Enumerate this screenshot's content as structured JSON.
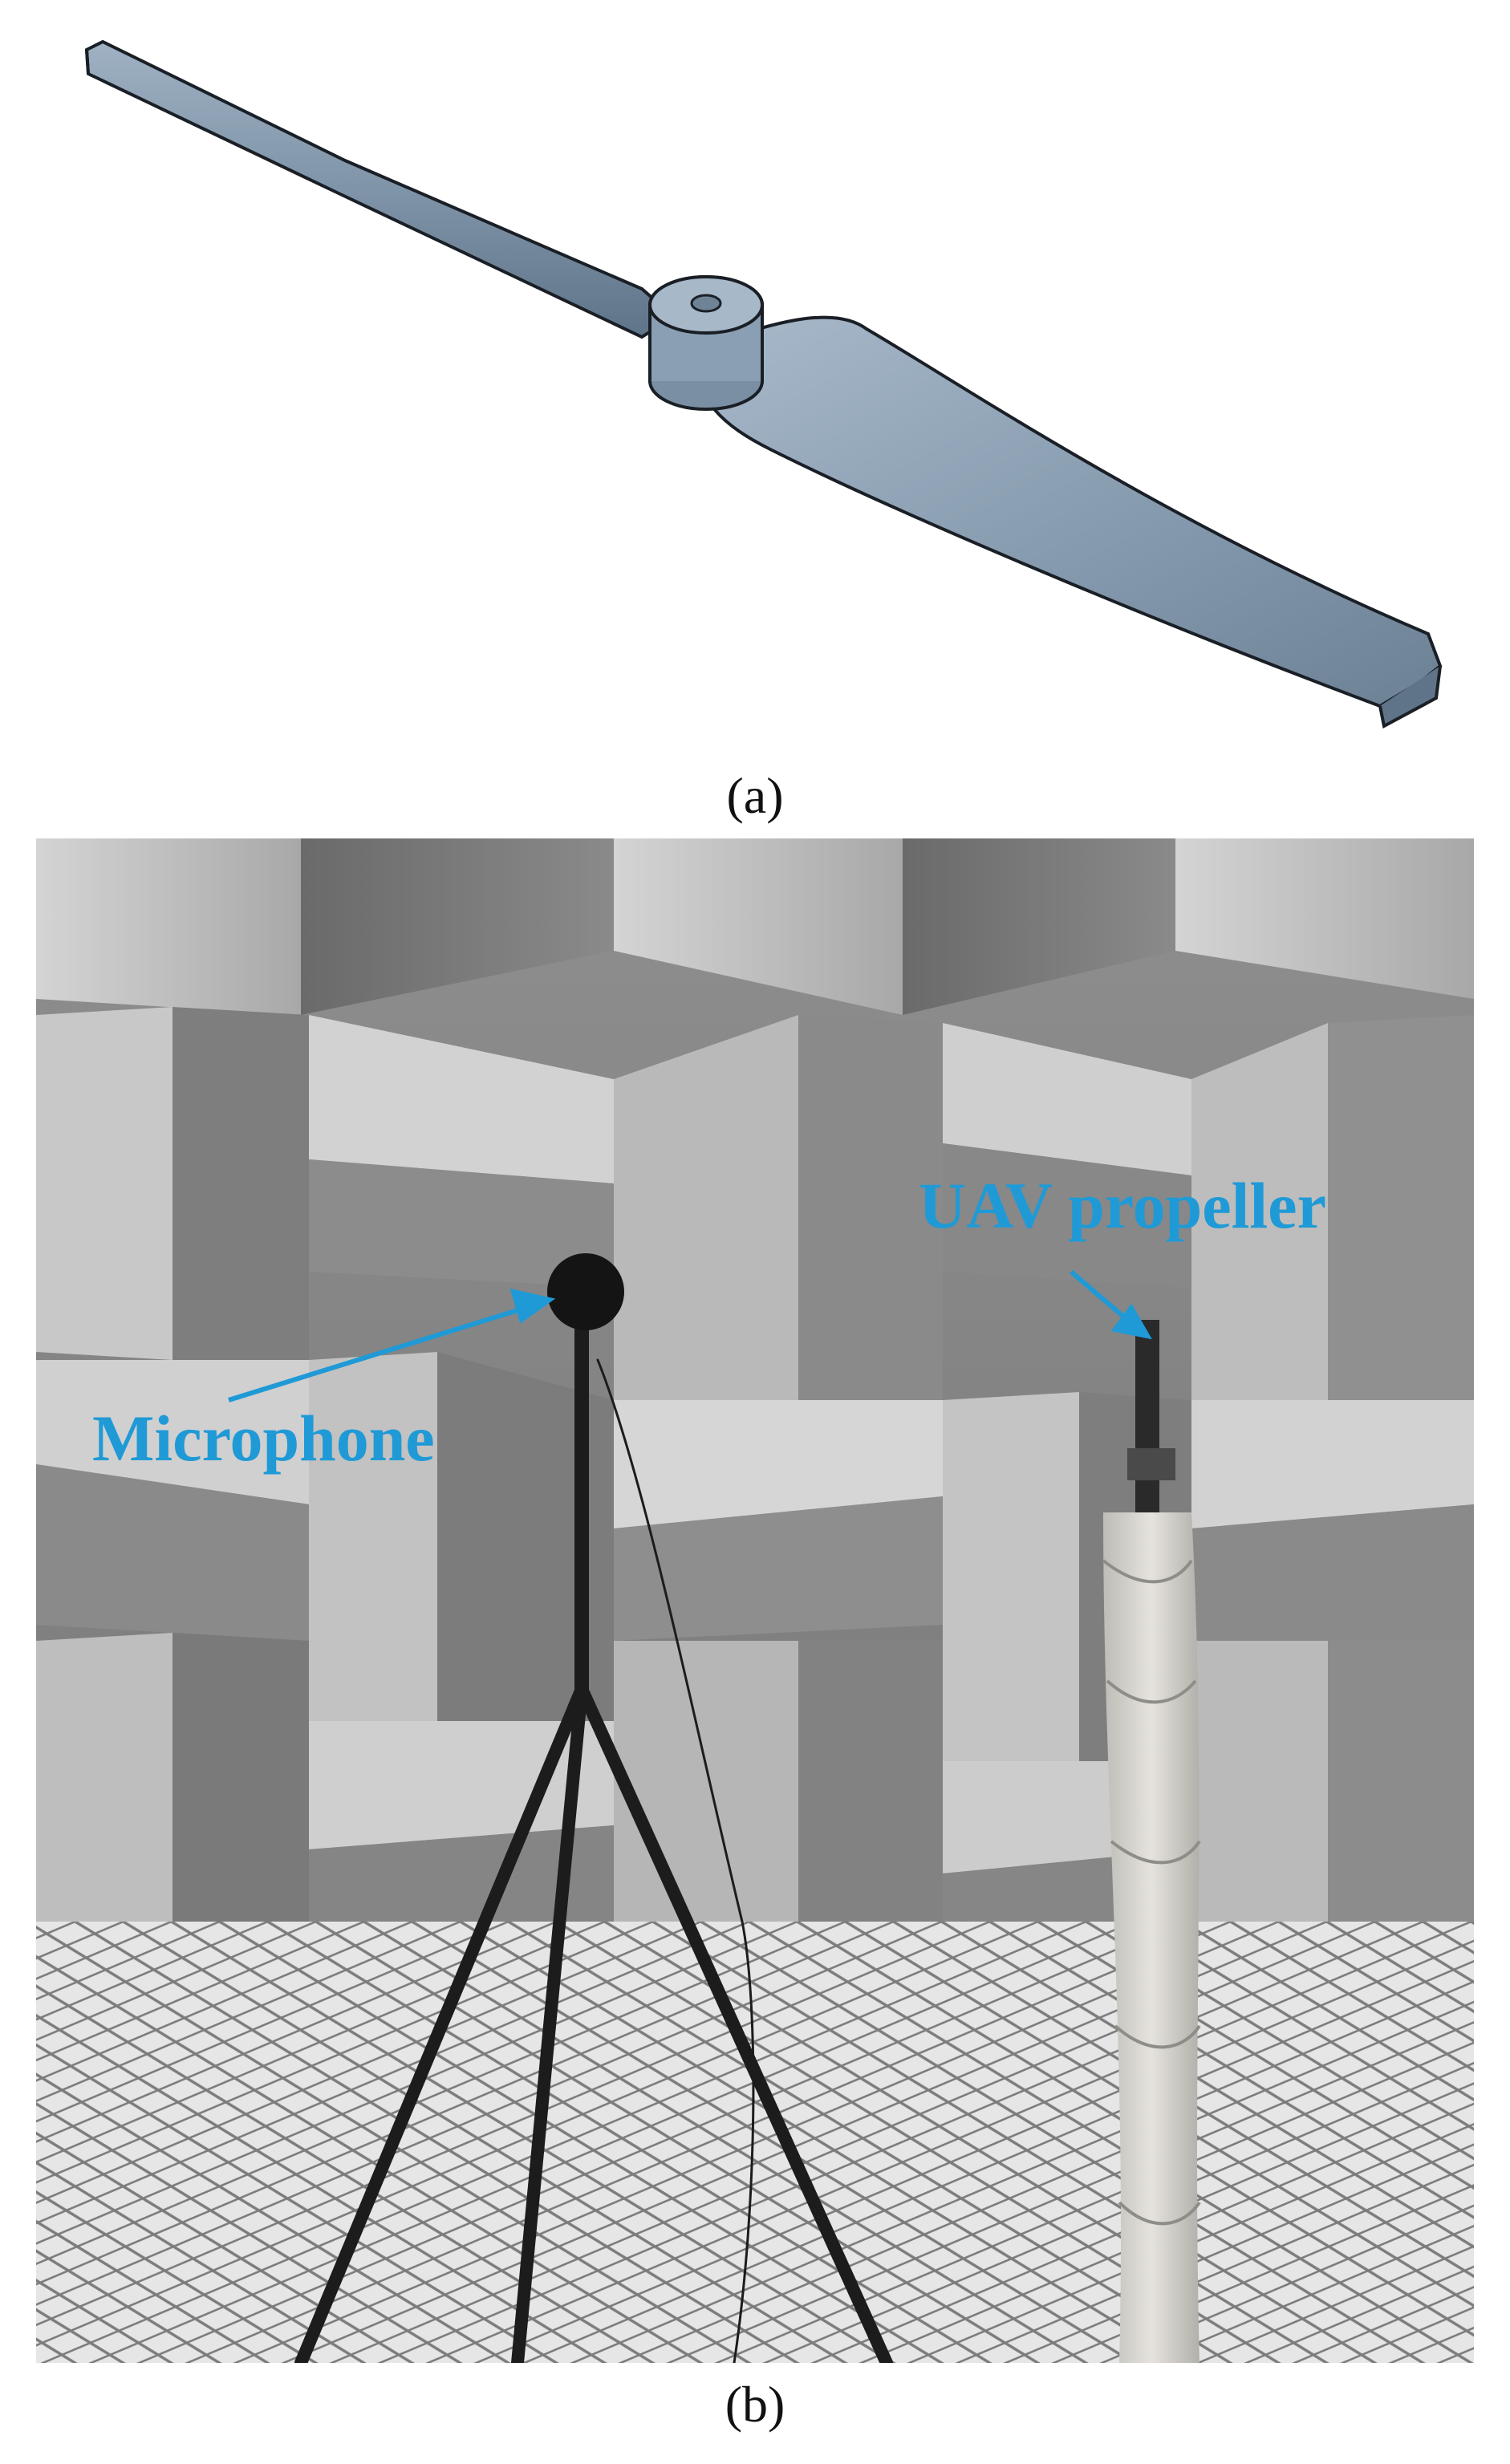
{
  "figure": {
    "panel_a_label": "(a)",
    "panel_b_label": "(b)",
    "annotations": {
      "microphone": "Microphone",
      "propeller": "UAV propeller"
    },
    "colors": {
      "annotation": "#1f9ad6",
      "propeller": "#7f94a8",
      "propeller_edge": "#1a1f26",
      "foam": "#9c9c9c"
    }
  }
}
